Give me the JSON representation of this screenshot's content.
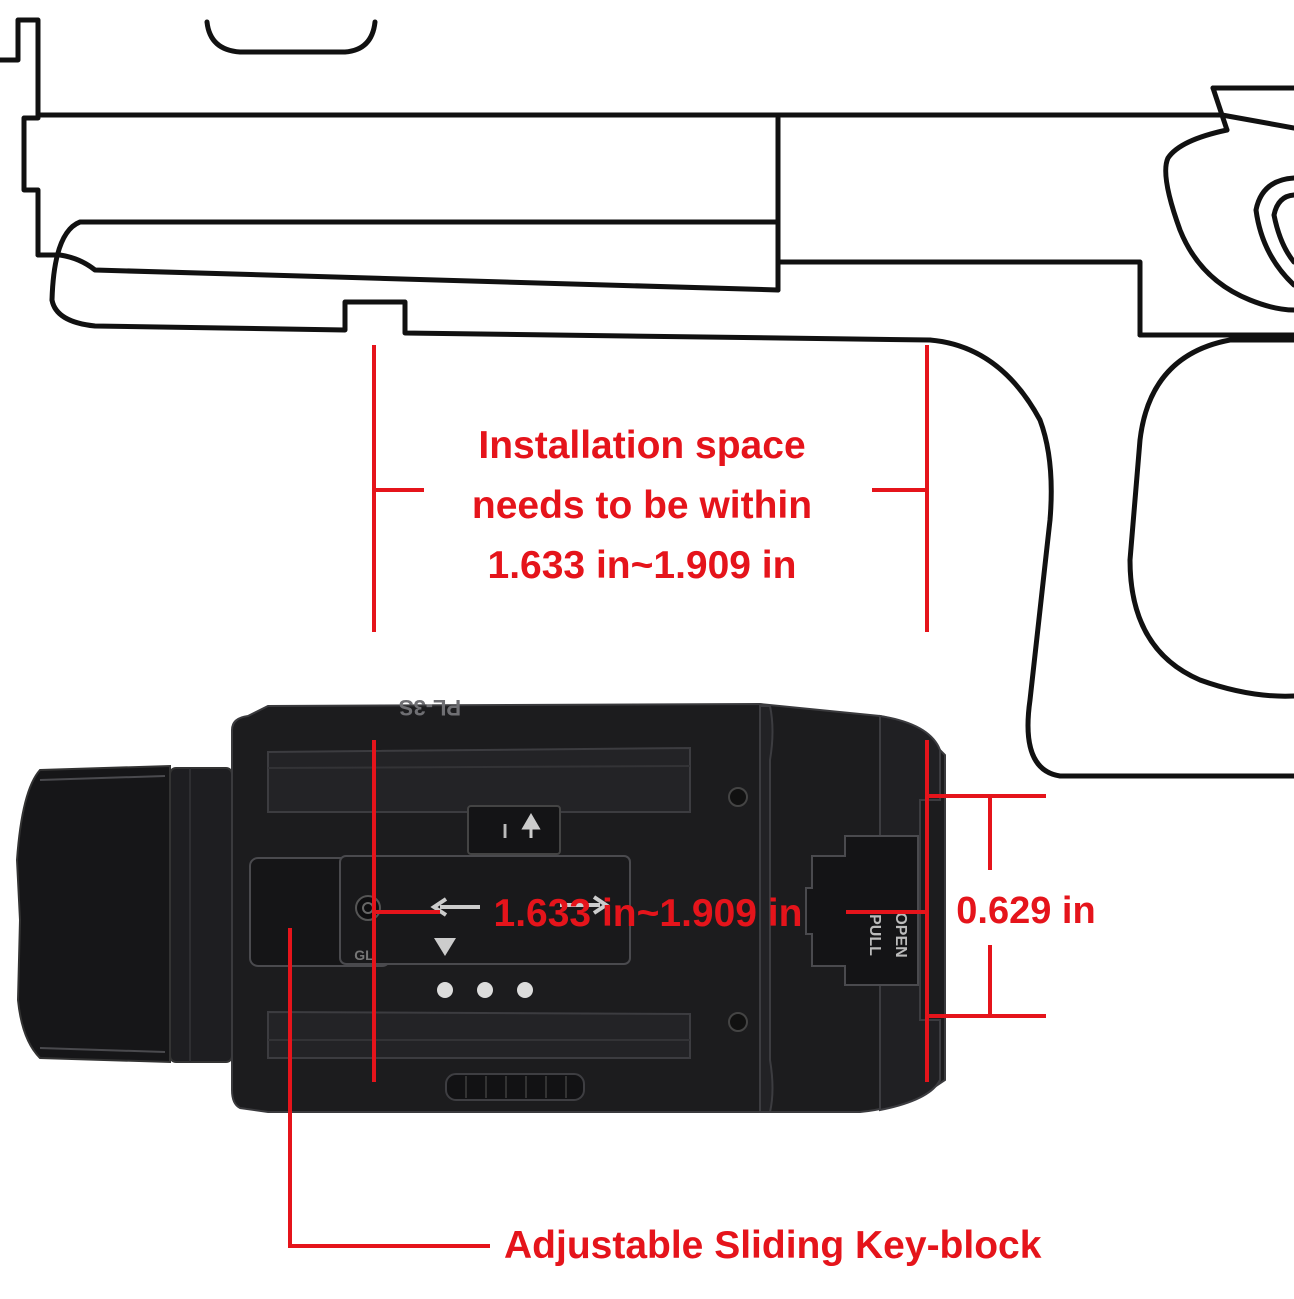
{
  "colors": {
    "annotation": "#e5141b",
    "outline": "#111111",
    "device_body": "#1c1c1e",
    "device_edge": "#3a3a3d"
  },
  "annotations": {
    "installation_space_lines": [
      "Installation space",
      "needs to be within",
      "1.633 in~1.909 in"
    ],
    "slider_range": "1.633 in~1.909 in",
    "height": "0.629 in",
    "key_block": "Adjustable Sliding Key-block"
  },
  "device_markings": {
    "model": "PL-3S",
    "switch_label": "I",
    "door_label_top": "PULL",
    "door_label_bottom": "OPEN",
    "slider_mark": "GL"
  }
}
